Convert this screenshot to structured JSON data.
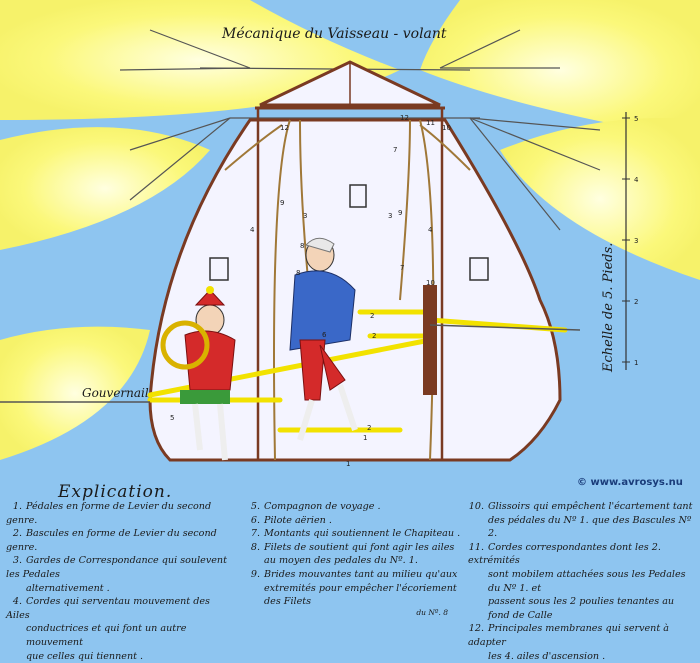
{
  "title": "Mécanique du Vaisseau - volant",
  "gouvernail_label": "Gouvernail",
  "scale_label": "Echelle de 5. Pieds.",
  "scale_ticks": [
    "5",
    "4",
    "3",
    "2",
    "1"
  ],
  "credit": "© www.avrosys.nu",
  "part_numbers": [
    "12",
    "12",
    "10",
    "11",
    "9",
    "9",
    "4",
    "3",
    "3",
    "4",
    "8",
    "8",
    "7",
    "7",
    "5",
    "6",
    "1",
    "2",
    "2",
    "2",
    "1",
    "10"
  ],
  "colors": {
    "sky": "#8ec5f0",
    "wing": "#fbf87a",
    "wing_glow": "#ffffd0",
    "hull": "#f4f4ff",
    "frame": "#7a3a22",
    "rod": "#f2e200",
    "coat": "#3a68c8",
    "breeches": "#d42a2a"
  },
  "legend": {
    "heading": "Explication.",
    "col1": [
      {
        "num": "1.",
        "lines": [
          "Pédales en forme de Levier du second genre."
        ]
      },
      {
        "num": "2.",
        "lines": [
          "Bascules en forme de Levier du second genre."
        ]
      },
      {
        "num": "3.",
        "lines": [
          "Gardes de Correspondance qui soulevent les Pedales",
          "alternativement ."
        ]
      },
      {
        "num": "4.",
        "lines": [
          "Cordes qui serventau mouvement des Ailes",
          "conductrices et qui font un autre mouvement",
          "que celles qui tiennent ."
        ]
      }
    ],
    "col2": [
      {
        "num": "5.",
        "lines": [
          "Compagnon de voyage ."
        ]
      },
      {
        "num": "6.",
        "lines": [
          "Pilote aërien ."
        ]
      },
      {
        "num": "7.",
        "lines": [
          "Montants qui soutiennent le Chapiteau ."
        ]
      },
      {
        "num": "8.",
        "lines": [
          "Filets de soutient qui font agir les ailes",
          "au moyen des pedales du Nº. 1."
        ]
      },
      {
        "num": "9.",
        "lines": [
          "Brides mouvantes tant au milieu qu'aux",
          "extremités pour empêcher l'écoriement des Filets"
        ],
        "sub": "du Nº. 8"
      }
    ],
    "col3": [
      {
        "num": "10.",
        "lines": [
          "Glissoirs qui empêchent l'écartement tant",
          "des pédales du Nº 1. que des Bascules Nº 2."
        ]
      },
      {
        "num": "11.",
        "lines": [
          "Cordes correspondantes dont les 2. extrémités",
          "sont mobilem attachées sous les Pedales du Nº 1. et",
          "passent sous les 2 poulies tenantes au fond de Calle"
        ]
      },
      {
        "num": "12.",
        "lines": [
          "Principales membranes qui servent à adapter",
          "les 4. ailes d'ascension ."
        ]
      }
    ]
  }
}
